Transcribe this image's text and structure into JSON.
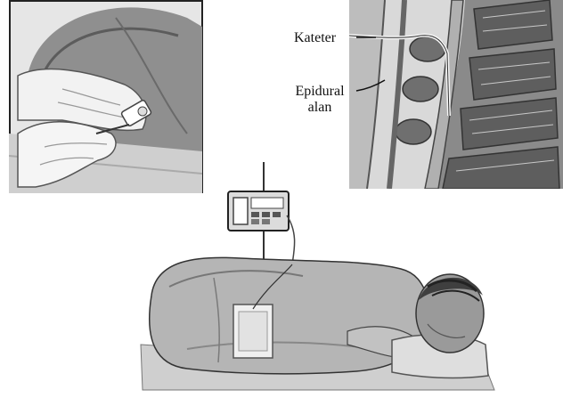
{
  "labels": {
    "catheter": "Kateter",
    "epidural_line1": "Epidural",
    "epidural_line2": "alan"
  },
  "colors": {
    "ink": "#111111",
    "skin_shade": "#9a9a9a",
    "background": "#ffffff"
  }
}
